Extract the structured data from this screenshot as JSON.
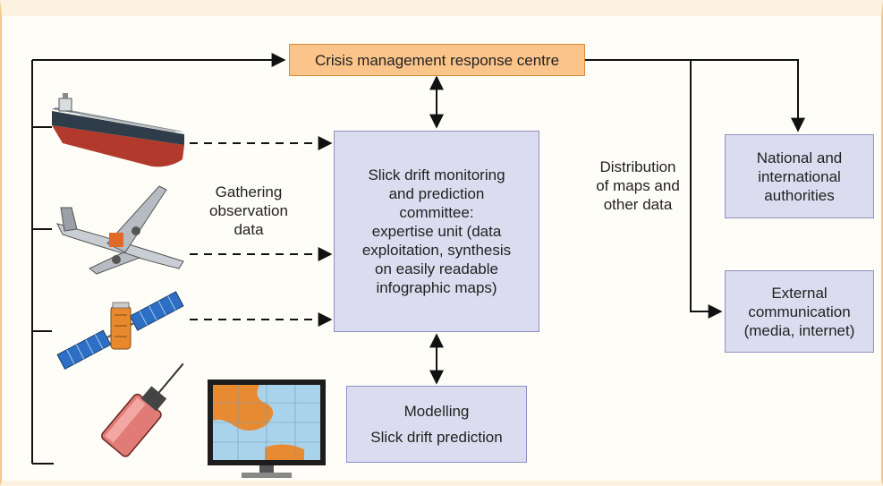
{
  "crisis_centre": {
    "label": "Crisis management response centre"
  },
  "committee": {
    "lines": [
      "Slick drift monitoring",
      "and prediction",
      "committee:",
      "expertise unit (data",
      "exploitation, synthesis",
      "on easily readable",
      "infographic maps)"
    ]
  },
  "modelling": {
    "lines": [
      "Modelling",
      "Slick drift prediction"
    ]
  },
  "national": {
    "lines": [
      "National and",
      "international",
      "authorities"
    ]
  },
  "external": {
    "lines": [
      "External",
      "communication",
      "(media, internet)"
    ]
  },
  "gathering_label": {
    "lines": [
      "Gathering",
      "observation",
      "data"
    ]
  },
  "distribution_label": {
    "lines": [
      "Distribution",
      "of maps and",
      "other data"
    ]
  },
  "sources": {
    "icons": [
      "ship-icon",
      "aircraft-icon",
      "satellite-icon",
      "drifting-buoy-icon",
      "computer-monitor-icon"
    ]
  },
  "colors": {
    "box_fill": "#dcdcf0",
    "box_border": "#8f8fc4",
    "centre_fill": "#fbc48a",
    "centre_border": "#d98a3a",
    "frame_border": "#f4c787"
  }
}
